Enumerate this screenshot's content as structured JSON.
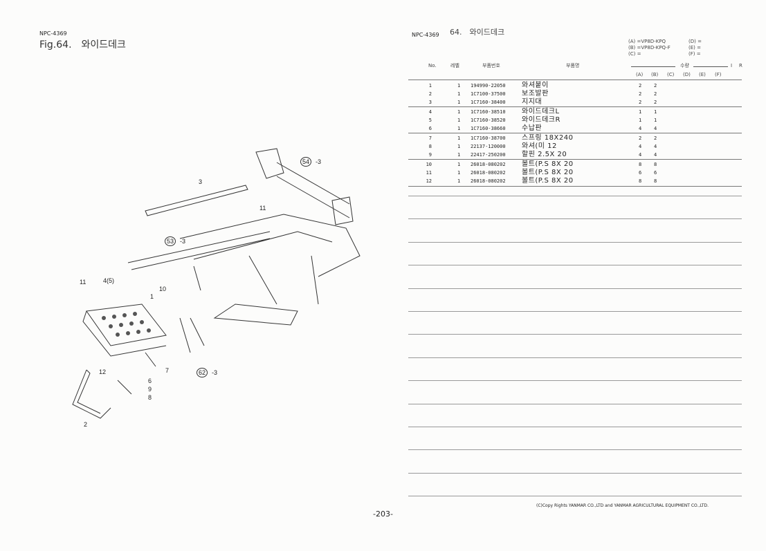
{
  "left": {
    "code": "NPC-4369",
    "fig_title": "Fig.64.　와이드데크"
  },
  "diagram": {
    "callouts": [
      "3",
      "11",
      "54",
      "-3",
      "53",
      "-3",
      "11",
      "4(5)",
      "10",
      "1",
      "7",
      "62",
      "-3",
      "12",
      "6",
      "9",
      "8",
      "2"
    ]
  },
  "right": {
    "code": "NPC-4369",
    "title": "64.　와이드데크",
    "models": [
      "(A) =VP8D-KPQ",
      "(B) =VP8D-KPQ-F",
      "(C) =",
      "(D) =",
      "(E) =",
      "(F) ="
    ],
    "headers": {
      "no": "No.",
      "level": "레벨",
      "part_no": "부품번호",
      "name": "부품명",
      "qty": "수량",
      "i": "I",
      "r": "R",
      "cols": [
        "(A)",
        "(B)",
        "(C)",
        "(D)",
        "(E)",
        "(F)"
      ]
    },
    "rows": [
      {
        "no": "1",
        "lv": "1",
        "pn": "194990-22050",
        "name": "와셔붙이",
        "a": "2",
        "b": "2"
      },
      {
        "no": "2",
        "lv": "1",
        "pn": "1C7100-37500",
        "name": "보조발판",
        "a": "2",
        "b": "2"
      },
      {
        "no": "3",
        "lv": "1",
        "pn": "1C7160-38400",
        "name": "지지대",
        "a": "2",
        "b": "2"
      },
      {
        "no": "4",
        "lv": "1",
        "pn": "1C7160-38510",
        "name": "와이드데크L",
        "a": "1",
        "b": "1"
      },
      {
        "no": "5",
        "lv": "1",
        "pn": "1C7160-38520",
        "name": "와이드데크R",
        "a": "1",
        "b": "1"
      },
      {
        "no": "6",
        "lv": "1",
        "pn": "1C7160-38660",
        "name": "수납판",
        "a": "4",
        "b": "4"
      },
      {
        "no": "7",
        "lv": "1",
        "pn": "1C7160-38700",
        "name": "스프링 18X240",
        "a": "2",
        "b": "2"
      },
      {
        "no": "8",
        "lv": "1",
        "pn": "22137-120000",
        "name": "와셔(미 12",
        "a": "4",
        "b": "4"
      },
      {
        "no": "9",
        "lv": "1",
        "pn": "22417-250200",
        "name": "할핀 2.5X 20",
        "a": "4",
        "b": "4"
      },
      {
        "no": "10",
        "lv": "1",
        "pn": "26018-080202",
        "name": "볼트(P.S  8X 20",
        "a": "8",
        "b": "8"
      },
      {
        "no": "11",
        "lv": "1",
        "pn": "26018-080202",
        "name": "볼트(P.S  8X 20",
        "a": "6",
        "b": "6"
      },
      {
        "no": "12",
        "lv": "1",
        "pn": "26018-080202",
        "name": "볼트(P.S  8X 20",
        "a": "8",
        "b": "8"
      }
    ],
    "copyright": "(C)Copy Rights  YANMAR CO.,LTD and YANMAR AGRICULTURAL EQUIPMENT CO.,LTD."
  },
  "page_number": "-203-"
}
